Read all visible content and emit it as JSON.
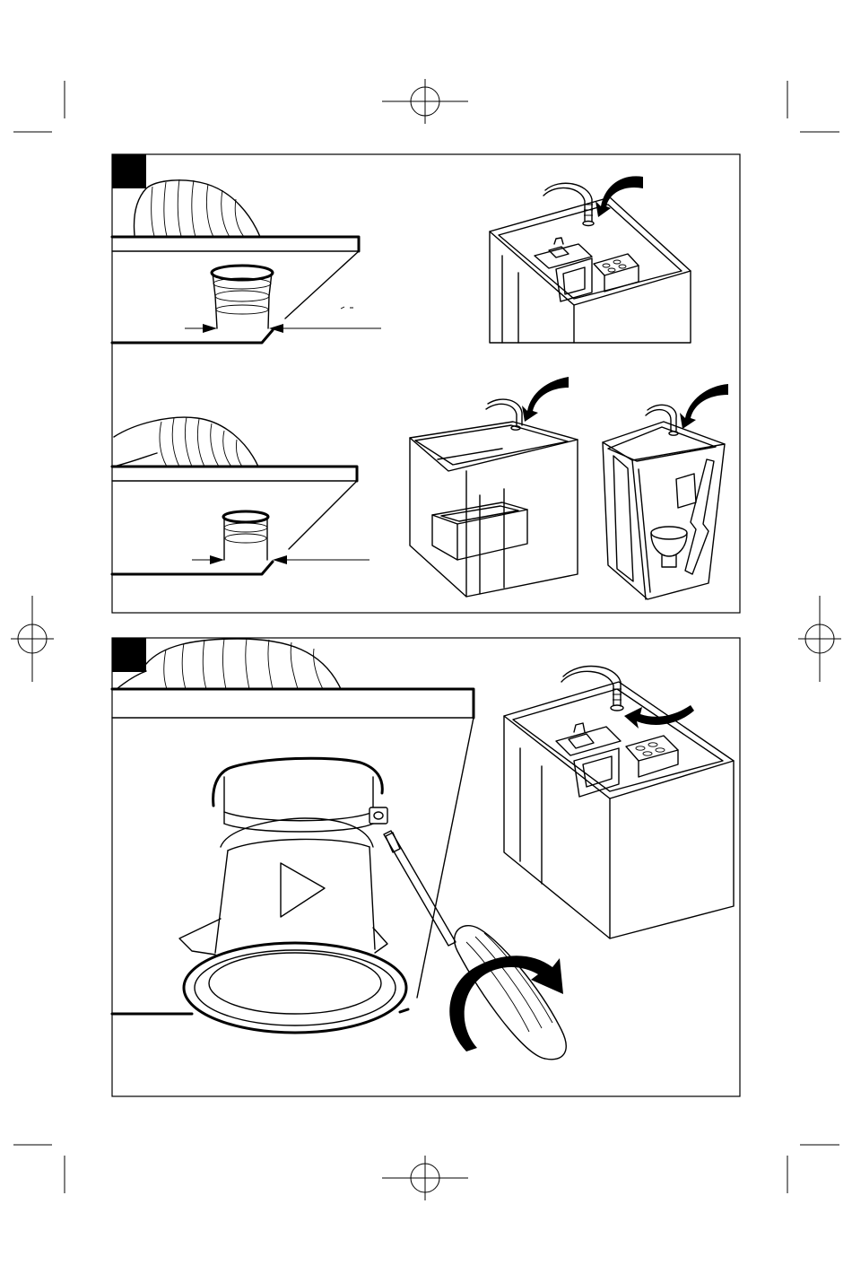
{
  "colors": {
    "ink": "#000000",
    "paper": "#ffffff"
  },
  "panels": [
    {
      "id": "panel-1",
      "marker": "black-square-marker",
      "scenes": [
        "duct-collar-large",
        "duct-collar-small",
        "kitchen-room",
        "bathroom-room",
        "toilet-room"
      ]
    },
    {
      "id": "panel-2",
      "marker": "black-square-marker",
      "scenes": [
        "duct-connector-close-up",
        "screwdriver-tightening",
        "kitchen-room"
      ]
    }
  ],
  "icons": [
    "registration-mark-icon",
    "curved-arrow-icon",
    "rotation-arrow-icon",
    "play-triangle-icon"
  ]
}
